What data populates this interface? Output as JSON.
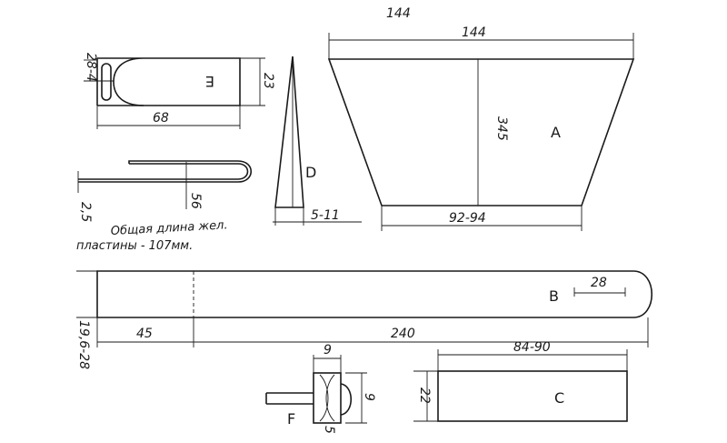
{
  "drawing": {
    "top_note": "144",
    "part_a": {
      "label": "A",
      "top_width": "144",
      "height": "345",
      "bottom_width": "92-94"
    },
    "part_b": {
      "label": "B",
      "slot": "28",
      "left_segment": "45",
      "length": "240",
      "thickness": "19,6-28"
    },
    "part_c": {
      "label": "C",
      "width": "84-90",
      "height": "22"
    },
    "part_d": {
      "label": "D",
      "base": "5-11"
    },
    "part_e": {
      "label": "E",
      "thickness": "28-4",
      "height": "23",
      "length": "68"
    },
    "part_f": {
      "label": "F",
      "width": "9",
      "height": "9",
      "base": "5"
    },
    "bent_strip": {
      "left_dim": "2,5",
      "inner_dim": "56"
    },
    "note": {
      "line1": "Общая длина жел.",
      "line2": "пластины - 107мм."
    }
  }
}
